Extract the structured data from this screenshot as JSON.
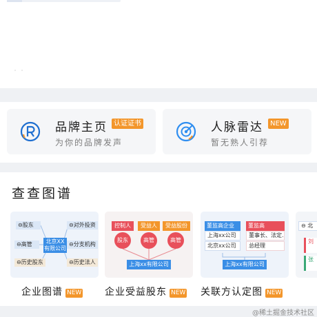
{
  "brand_cards": {
    "brand": {
      "title": "品牌主页",
      "badge": "认证证书",
      "subtitle": "为你的品牌发声",
      "icon": "registered-mark-icon",
      "accent": "#1f6fd0"
    },
    "network": {
      "title": "人脉雷达",
      "badge": "NEW",
      "subtitle": "暂无熟人引荐",
      "icon": "radar-icon",
      "accent": "#2f8ef0"
    }
  },
  "graph_section": {
    "title": "查查图谱",
    "items": [
      {
        "caption": "企业图谱",
        "badge": "NEW",
        "nodes": {
          "a": "股东",
          "b": "对外投资",
          "center": "北京XX有限公司",
          "c": "高管",
          "d": "分支机构",
          "e": "历史股东",
          "f": "历史法人"
        }
      },
      {
        "caption": "企业受益股东",
        "badge": "NEW",
        "nodes": {
          "tag1": "控制人",
          "tag2": "受益人",
          "tag3": "受益股份",
          "c1": "股东",
          "c2": "高管",
          "c3": "高管",
          "bottom": "上海xx有限公司"
        }
      },
      {
        "caption": "关联方认定图",
        "badge": "NEW",
        "nodes": {
          "h1": "董监高企业",
          "h2": "董监高",
          "l1": "上海xx公司",
          "l2": "北京xx公司",
          "r1": "董事长、法定...",
          "r2": "总经理",
          "bottom": "上海xx有限公司"
        }
      }
    ],
    "partial": {
      "n1": "北",
      "n2": "刘",
      "n3": "张"
    }
  },
  "watermark": "@稀土掘金技术社区",
  "colors": {
    "badge_orange": "#f3962b",
    "node_blue": "#3a8ee6",
    "node_red": "#e8505b",
    "separator": "#eff1f4"
  }
}
